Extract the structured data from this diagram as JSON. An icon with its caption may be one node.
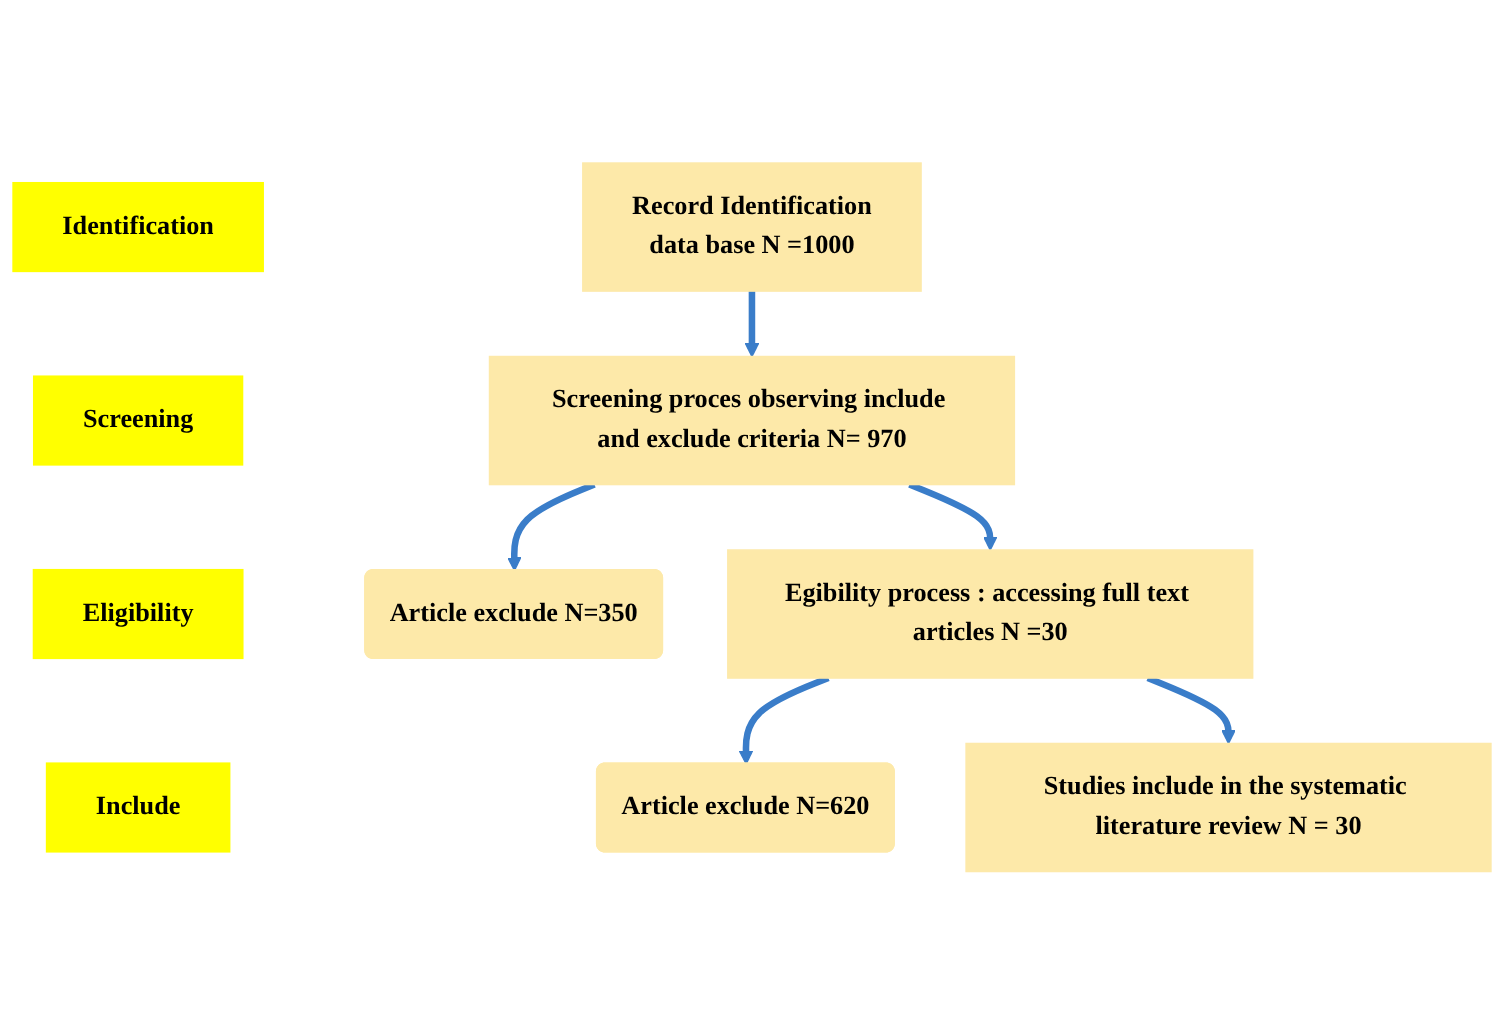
{
  "diagram": {
    "nodes": [
      {
        "text": [
          "Identification"
        ]
      },
      {
        "text": [
          "Record Identification",
          "data base N =1000"
        ]
      },
      {
        "text": [
          "Screening"
        ]
      },
      {
        "text": [
          "Screening proces observing include and exclude criteria N= 970"
        ]
      },
      {
        "text": [
          "Article exclude N=350"
        ]
      },
      {
        "text": [
          "Eligibility"
        ]
      },
      {
        "text": [
          "Egibility process : accessing full text articles N =30"
        ]
      },
      {
        "text": [
          "Article exclude N=620"
        ]
      },
      {
        "text": [
          "Include"
        ]
      },
      {
        "text": [
          "Studies include in the systematic literature review N = 30"
        ]
      }
    ],
    "edges": [
      {
        "from": 1,
        "to": 3,
        "arrow": "to"
      },
      {
        "from": 3,
        "to": 4,
        "arrow": "to"
      },
      {
        "from": 3,
        "to": 6,
        "arrow": "to"
      },
      {
        "from": 6,
        "to": 7,
        "arrow": "to"
      },
      {
        "from": 6,
        "to": 9,
        "arrow": "to"
      }
    ]
  }
}
